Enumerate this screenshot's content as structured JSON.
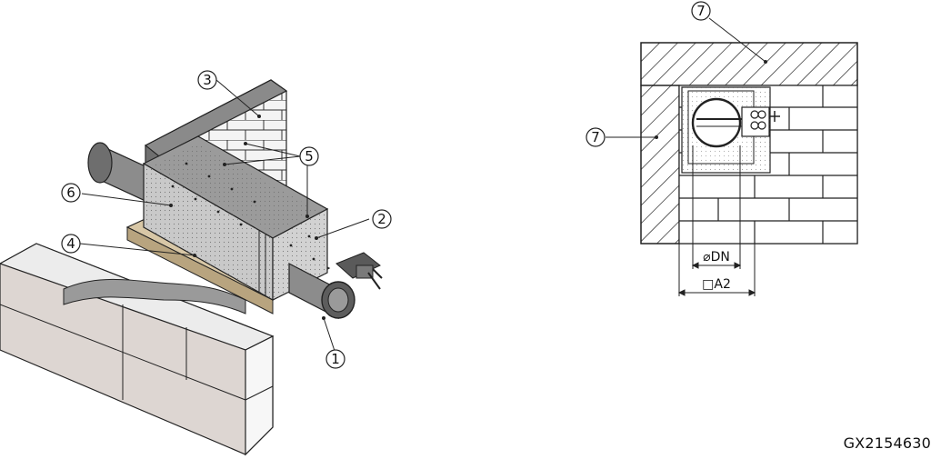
{
  "callouts": {
    "c1": "1",
    "c2": "2",
    "c3": "3",
    "c4": "4",
    "c5": "5",
    "c6": "6",
    "c7_top": "7",
    "c7_left": "7"
  },
  "dimensions": {
    "dn_label": "⌀DN",
    "a2_label": "□A2"
  },
  "drawing_id": "GX2154630",
  "colors": {
    "line": "#222222",
    "mortar_board": "#c9c9c9",
    "board_face": "#d2d2d2",
    "wood": "#d8c7a6",
    "duct": "#8c8c8c",
    "brick_fill": "#ffffff",
    "block_light": "#ddd6d2"
  }
}
